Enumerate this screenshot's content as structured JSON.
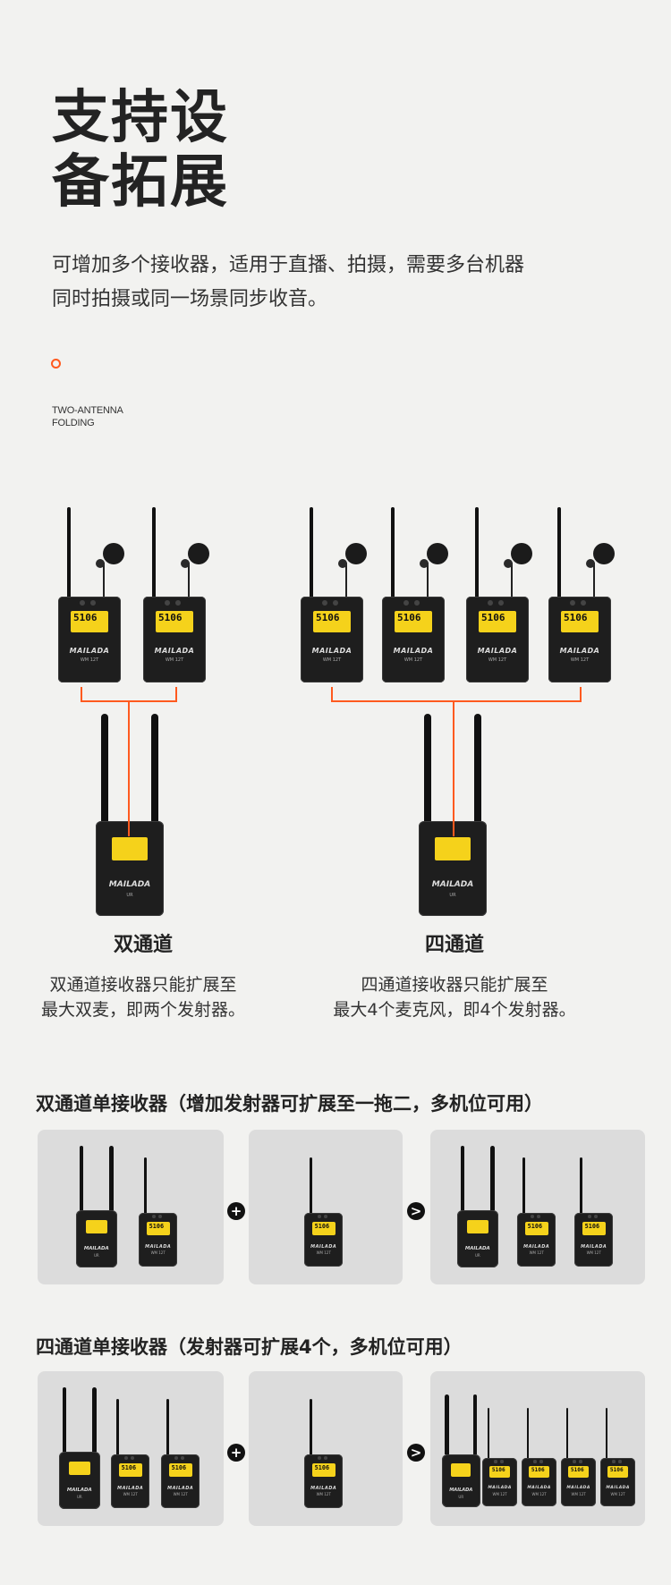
{
  "title_lines": [
    "支持设",
    "备拓展"
  ],
  "description_lines": [
    "可增加多个接收器，适用于直播、拍摄，需要多台机器",
    "同时拍摄或同一场景同步收音。"
  ],
  "tag_lines": [
    "TWO-ANTENNA",
    "FOLDING"
  ],
  "device": {
    "brand": "MAILADA",
    "tx_model": "WM 12T",
    "rx_model": "UR",
    "tx_screen": "5106"
  },
  "channels": [
    {
      "title": "双通道",
      "desc_lines": [
        "双通道接收器只能扩展至",
        "最大双麦，即两个发射器。"
      ]
    },
    {
      "title": "四通道",
      "desc_lines": [
        "四通道接收器只能扩展至",
        "最大4个麦克风，即4个发射器。"
      ]
    }
  ],
  "sections": [
    {
      "title": "双通道单接收器（增加发射器可扩展至一拖二，多机位可用）",
      "op1": "+",
      "op2": ">"
    },
    {
      "title": "四通道单接收器（发射器可扩展4个，多机位可用）",
      "op1": "+",
      "op2": ">"
    }
  ],
  "colors": {
    "accent": "#ff5a1f",
    "screen": "#f5d21b",
    "device": "#1e1e1e",
    "background": "#f2f2f0",
    "card": "#dcdcdc"
  }
}
